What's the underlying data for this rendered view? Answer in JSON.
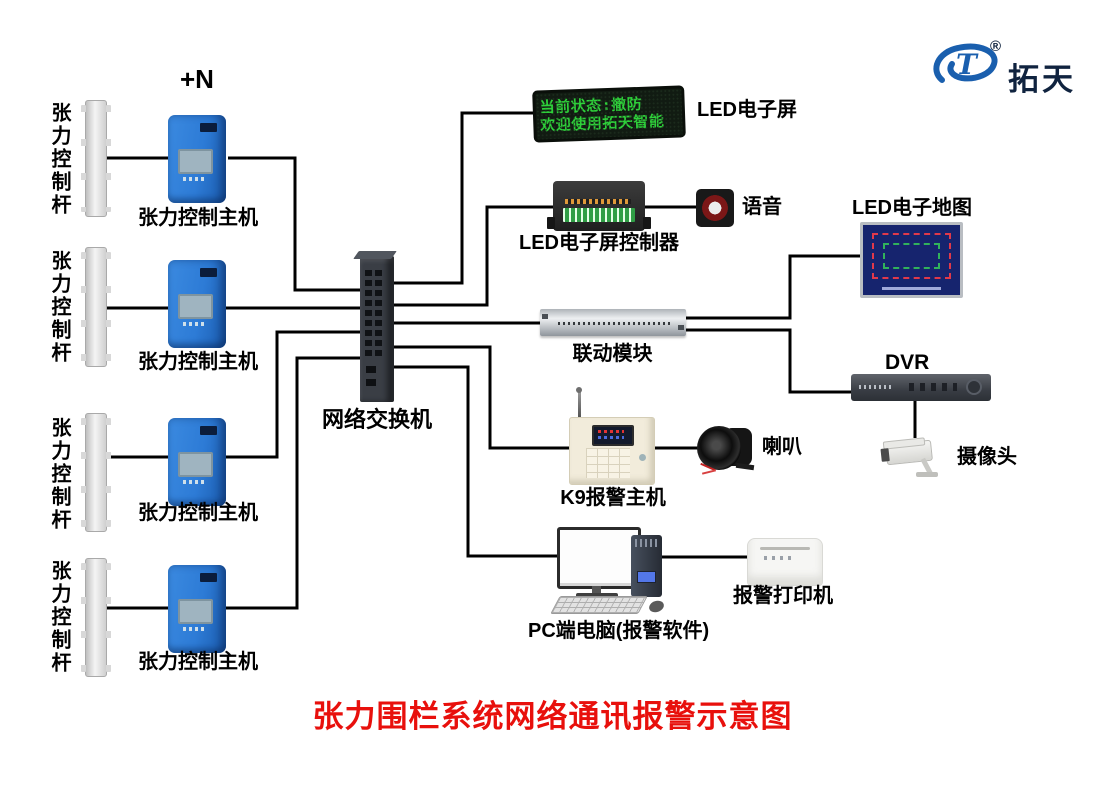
{
  "title": {
    "text": "张力围栏系统网络通讯报警示意图"
  },
  "logo": {
    "brand": "拓天",
    "reg": "®",
    "monogram": "T"
  },
  "annotations": {
    "redundancy": "+N"
  },
  "left_column": {
    "pole_label": "张力控制杆",
    "host_label": "张力控制主机",
    "group_count": 4
  },
  "switch": {
    "label": "网络交换机"
  },
  "devices": {
    "led_screen": {
      "label": "LED电子屏",
      "line1": "当前状态:撤防",
      "line2": "欢迎使用拓天智能"
    },
    "led_controller": {
      "label": "LED电子屏控制器"
    },
    "voice": {
      "label": "语音"
    },
    "linkage": {
      "label": "联动模块"
    },
    "led_map": {
      "label": "LED电子地图"
    },
    "dvr": {
      "label": "DVR"
    },
    "camera": {
      "label": "摄像头"
    },
    "k9": {
      "label": "K9报警主机"
    },
    "horn": {
      "label": "喇叭"
    },
    "pc": {
      "label": "PC端电脑(报警软件)"
    },
    "printer": {
      "label": "报警打印机"
    }
  },
  "colors": {
    "line": "#000000",
    "title_red": "#e8100c",
    "led_green": "#2ed13a",
    "host_blue": "#2d7bd6",
    "logo_blue": "#1a5fae"
  }
}
